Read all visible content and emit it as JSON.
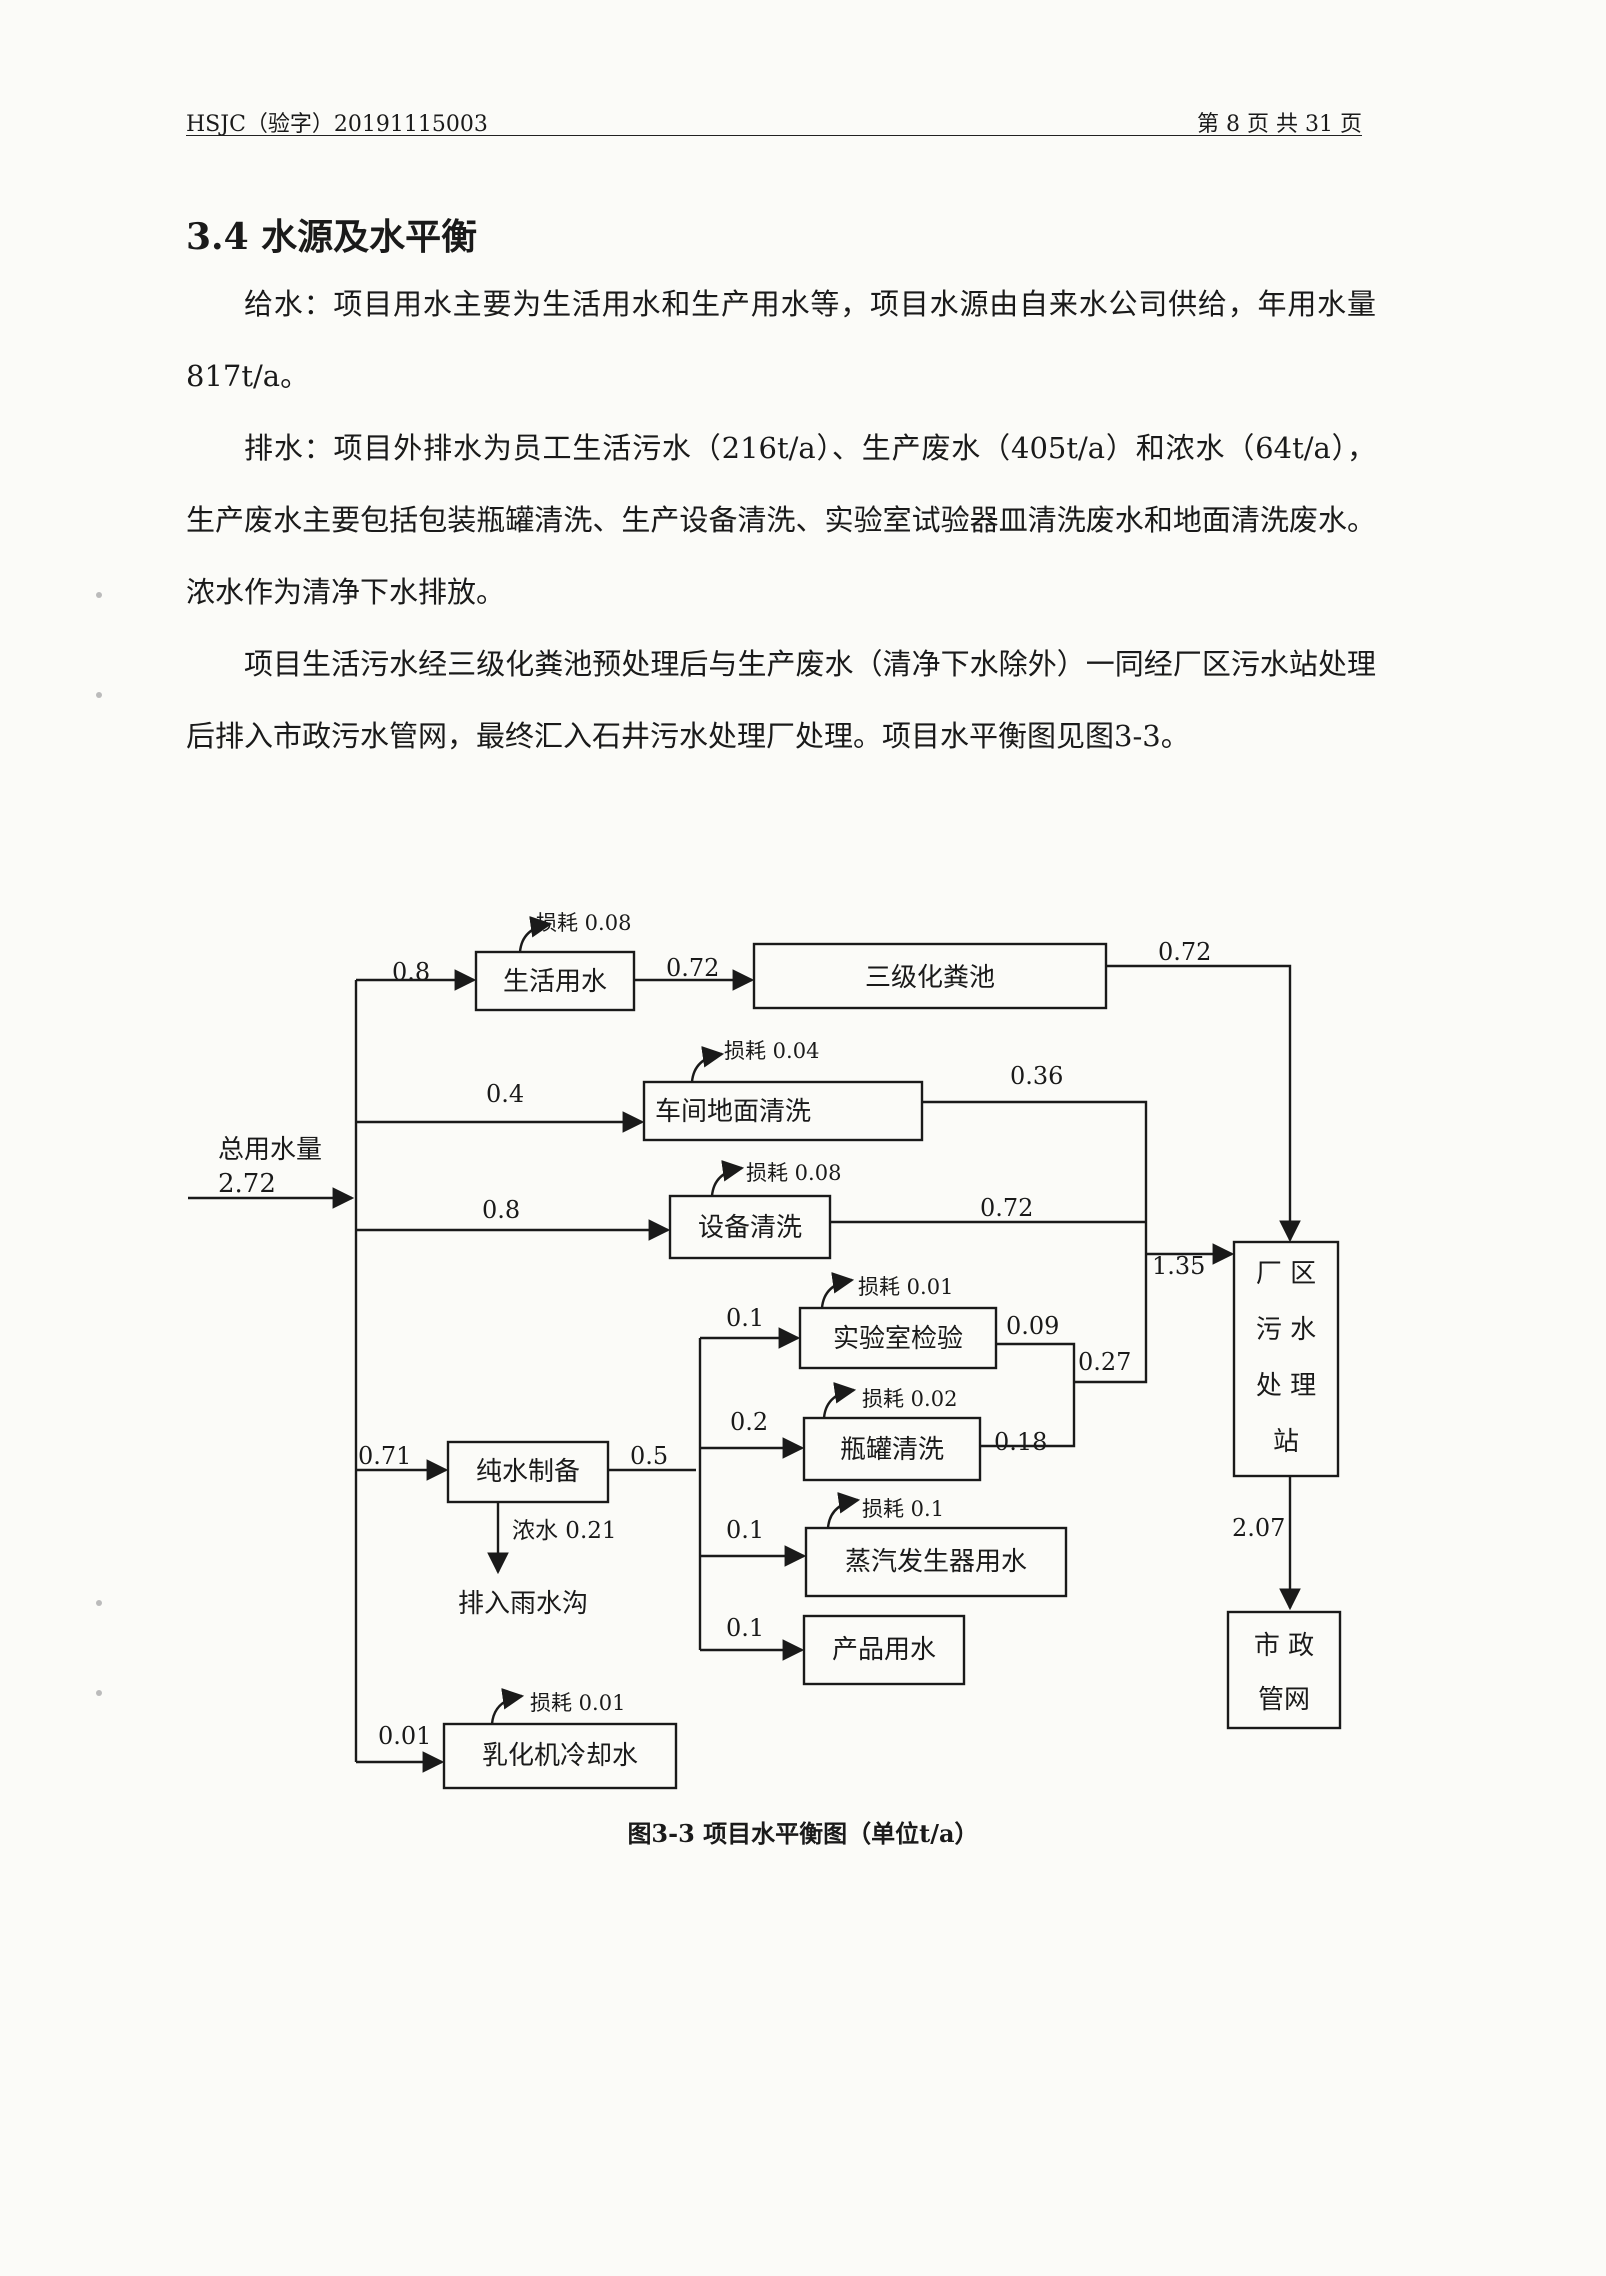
{
  "header": {
    "doc_id": "HSJC（验字）20191115003",
    "page_info": "第 8 页 共 31 页"
  },
  "section_title": "3.4 水源及水平衡",
  "paragraphs": {
    "supply": "给水：项目用水主要为生活用水和生产用水等，项目水源由自来水公司供给，年用水量817t/a。",
    "drainage": "排水：项目外排水为员工生活污水（216t/a）、生产废水（405t/a）和浓水（64t/a），生产废水主要包括包装瓶罐清洗、生产设备清洗、实验室试验器皿清洗废水和地面清洗废水。浓水作为清净下水排放。",
    "treatment": "项目生活污水经三级化粪池预处理后与生产废水（清净下水除外）一同经厂区污水站处理后排入市政污水管网，最终汇入石井污水处理厂处理。项目水平衡图见图3-3。"
  },
  "diagram": {
    "source": {
      "label": "总用水量",
      "value": "2.72"
    },
    "boxes": {
      "domestic": "生活用水",
      "septic": "三级化粪池",
      "floor": "车间地面清洗",
      "equipment": "设备清洗",
      "pure": "纯水制备",
      "lab": "实验室检验",
      "bottle": "瓶罐清洗",
      "steam": "蒸汽发生器用水",
      "product": "产品用水",
      "emulsifier": "乳化机冷却水",
      "station": [
        "厂 区",
        "污 水",
        "处 理",
        "站"
      ],
      "municipal": [
        "市 政",
        "管网"
      ]
    },
    "losses": {
      "domestic": "损耗 0.08",
      "floor": "损耗 0.04",
      "equipment": "损耗 0.08",
      "lab": "损耗 0.01",
      "bottle": "损耗 0.02",
      "steam": "损耗 0.1",
      "emulsifier": "损耗 0.01"
    },
    "flows": {
      "to_domestic": "0.8",
      "domestic_to_septic": "0.72",
      "septic_to_station": "0.72",
      "to_floor": "0.4",
      "floor_out": "0.36",
      "to_equipment": "0.8",
      "equipment_out": "0.72",
      "combined_to_station": "1.35",
      "to_lab": "0.1",
      "lab_out": "0.09",
      "to_bottle": "0.2",
      "bottle_out": "0.18",
      "lab_bottle_sum": "0.27",
      "to_pure": "0.71",
      "pure_out": "0.5",
      "to_steam": "0.1",
      "to_product": "0.1",
      "to_emulsifier": "0.01",
      "station_to_municipal": "2.07"
    },
    "concentrate": {
      "label": "浓水 0.21",
      "destination": "排入雨水沟"
    },
    "caption": "图3-3 项目水平衡图（单位t/a）"
  }
}
